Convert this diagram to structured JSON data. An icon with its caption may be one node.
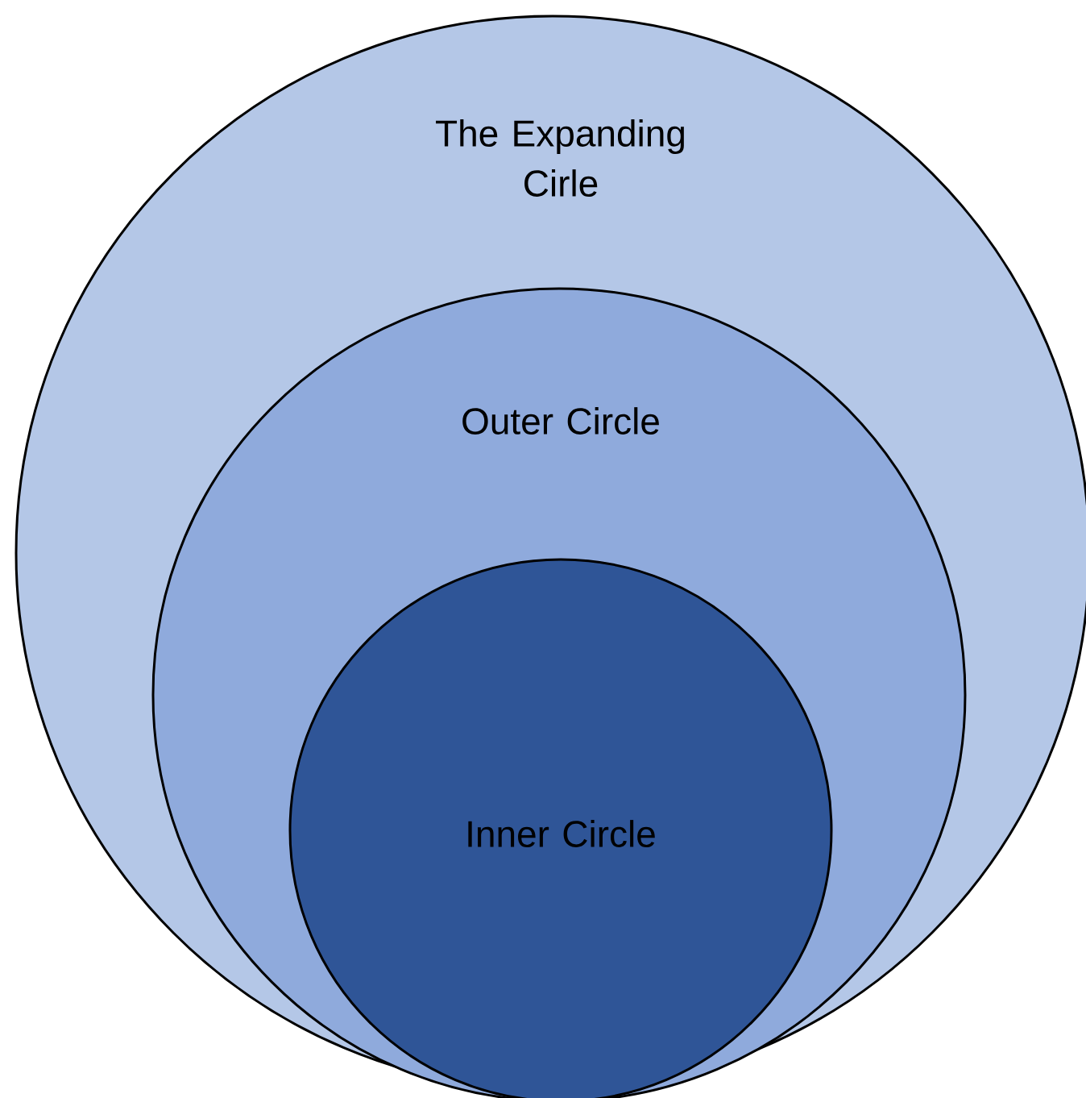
{
  "diagram": {
    "nodes": [
      {
        "text": [
          "The Expanding Cirle"
        ]
      },
      {
        "text": [
          "Outer Circle"
        ],
        "in": 0
      },
      {
        "text": [
          "Inner Circle"
        ],
        "in": 1
      }
    ]
  }
}
